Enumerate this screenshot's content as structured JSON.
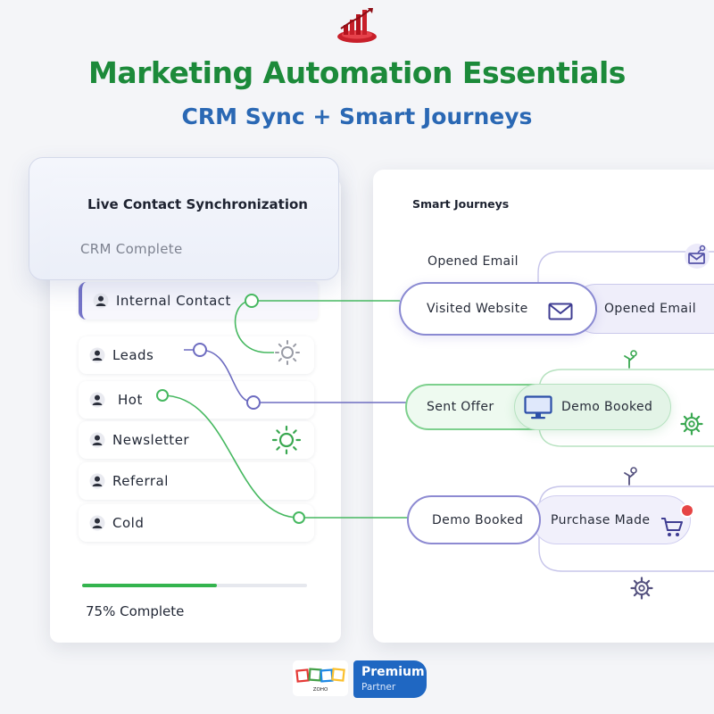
{
  "header": {
    "title": "Marketing Automation Essentials",
    "subtitle": "CRM Sync + Smart Journeys"
  },
  "sync_card": {
    "title": "Live Contact Synchronization",
    "subtitle": "CRM Complete"
  },
  "contacts": [
    {
      "label": "Internal Contact"
    },
    {
      "label": "Leads"
    },
    {
      "label": "Hot"
    },
    {
      "label": "Newsletter"
    },
    {
      "label": "Referral"
    },
    {
      "label": "Cold"
    }
  ],
  "progress": {
    "label": "75% Complete",
    "fraction": 0.6
  },
  "journeys": {
    "title": "Smart Journeys",
    "opened_email_top": "Opened Email",
    "visited_website": "Visited Website",
    "opened_email": "Opened Email",
    "sent_offer": "Sent Offer",
    "demo_booked_1": "Demo Booked",
    "demo_booked_2": "Demo Booked",
    "purchase_made": "Purchase Made"
  },
  "footer": {
    "badge_title": "Premium",
    "badge_subtitle": "Partner",
    "logo_text": "ZOHO"
  },
  "colors": {
    "title_green": "#1c8a3a",
    "subtitle_blue": "#2a68b4",
    "accent_purple": "#7574c8",
    "accent_green": "#34b44e",
    "badge_blue": "#1f67c2",
    "alert_red": "#e64545"
  },
  "icons": [
    "bar-chart-logo-icon",
    "person-icon",
    "sun-icon",
    "envelope-icon",
    "monitor-icon",
    "cart-icon",
    "gear-icon",
    "sprout-icon"
  ]
}
